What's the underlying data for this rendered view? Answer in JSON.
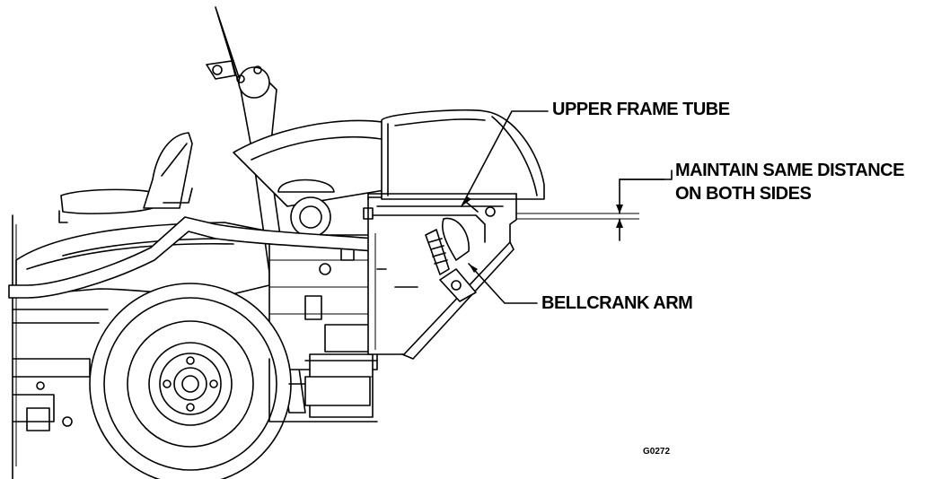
{
  "labels": {
    "upper_frame_tube": "UPPER FRAME TUBE",
    "distance_line1": "MAINTAIN SAME DISTANCE",
    "distance_line2": "ON BOTH SIDES",
    "bellcrank_arm": "BELLCRANK ARM"
  },
  "figure_code": "G0272",
  "colors": {
    "ink": "#000000",
    "paper": "#ffffff"
  }
}
